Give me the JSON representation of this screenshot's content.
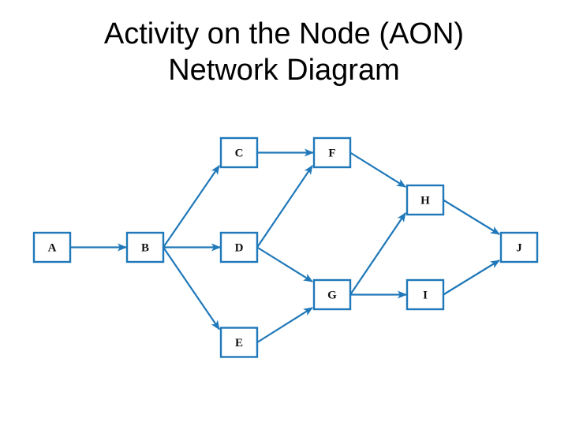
{
  "title": {
    "line1": "Activity on the Node (AON)",
    "line2": "Network Diagram"
  },
  "colors": {
    "accent": "#1f78b9",
    "text": "#000000",
    "background": "#ffffff"
  },
  "diagram": {
    "type": "activity-on-node network",
    "nodes": [
      {
        "id": "A",
        "label": "A",
        "column": 0,
        "row": 2
      },
      {
        "id": "B",
        "label": "B",
        "column": 1,
        "row": 2
      },
      {
        "id": "C",
        "label": "C",
        "column": 2,
        "row": 0
      },
      {
        "id": "D",
        "label": "D",
        "column": 2,
        "row": 2
      },
      {
        "id": "E",
        "label": "E",
        "column": 2,
        "row": 4
      },
      {
        "id": "F",
        "label": "F",
        "column": 3,
        "row": 0
      },
      {
        "id": "G",
        "label": "G",
        "column": 3,
        "row": 3
      },
      {
        "id": "H",
        "label": "H",
        "column": 4,
        "row": 1
      },
      {
        "id": "I",
        "label": "I",
        "column": 4,
        "row": 3
      },
      {
        "id": "J",
        "label": "J",
        "column": 5,
        "row": 2
      }
    ],
    "edges": [
      {
        "from": "A",
        "to": "B"
      },
      {
        "from": "B",
        "to": "C"
      },
      {
        "from": "B",
        "to": "D"
      },
      {
        "from": "B",
        "to": "E"
      },
      {
        "from": "C",
        "to": "F"
      },
      {
        "from": "D",
        "to": "F"
      },
      {
        "from": "D",
        "to": "G"
      },
      {
        "from": "E",
        "to": "G"
      },
      {
        "from": "F",
        "to": "H"
      },
      {
        "from": "G",
        "to": "H"
      },
      {
        "from": "G",
        "to": "I"
      },
      {
        "from": "H",
        "to": "J"
      },
      {
        "from": "I",
        "to": "J"
      }
    ]
  }
}
